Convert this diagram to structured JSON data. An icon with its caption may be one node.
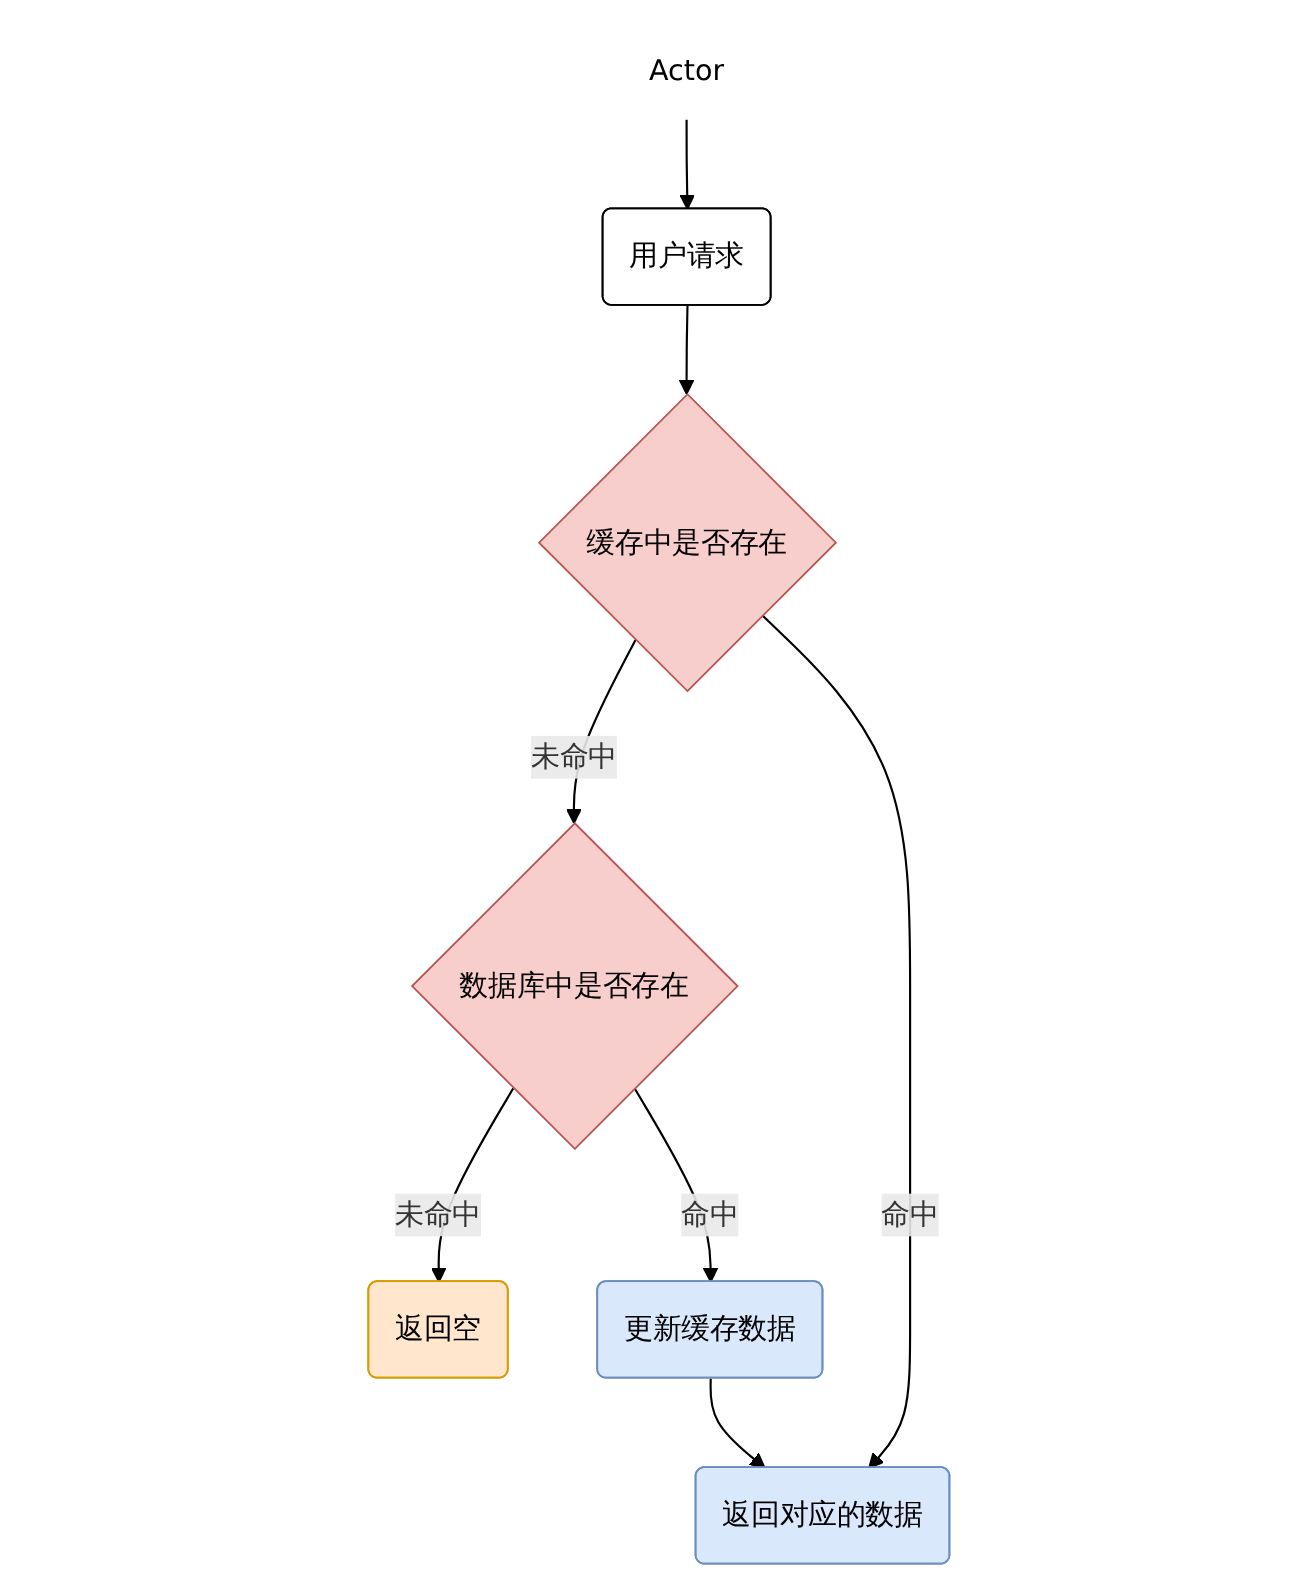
{
  "diagram": {
    "nodes": [
      {
        "text": [
          "Actor"
        ]
      },
      {
        "text": [
          "用户请求"
        ]
      },
      {
        "text": [
          "缓存中是否存在"
        ]
      },
      {
        "text": [
          "数据库中是否存在"
        ]
      },
      {
        "text": [
          "返回空"
        ]
      },
      {
        "text": [
          "更新缓存数据"
        ]
      },
      {
        "text": [
          "返回对应的数据"
        ]
      }
    ],
    "edges": [
      {
        "from": 0,
        "to": 1,
        "arrow": "to"
      },
      {
        "from": 1,
        "to": 2,
        "arrow": "to"
      },
      {
        "from": 2,
        "to": 3,
        "arrow": "to",
        "label": "未命中"
      },
      {
        "from": 2,
        "to": 6,
        "arrow": "to",
        "label": "命中"
      },
      {
        "from": 3,
        "to": 4,
        "arrow": "to",
        "label": "未命中"
      },
      {
        "from": 3,
        "to": 5,
        "arrow": "to",
        "label": "命中"
      },
      {
        "from": 5,
        "to": 6,
        "arrow": "to"
      }
    ]
  }
}
